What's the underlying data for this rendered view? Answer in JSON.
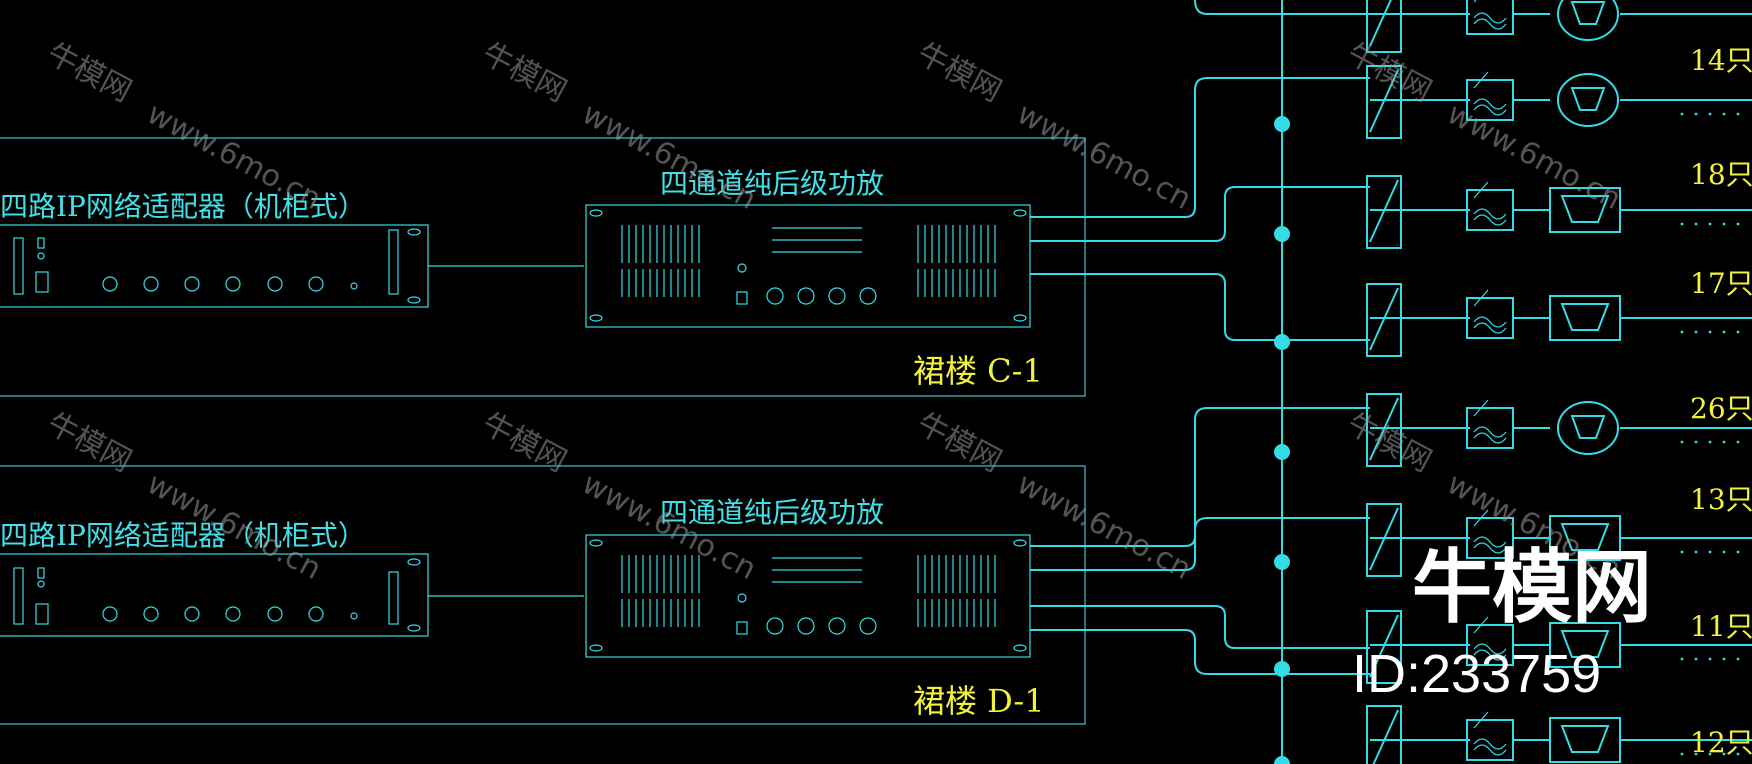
{
  "colors": {
    "background": "#000000",
    "line": "#33dde6",
    "label": "#3fe0e8",
    "highlight": "#f2f23a"
  },
  "groups": [
    {
      "adapter_label": "四路IP网络适配器（机柜式）",
      "amp_label": "四通道纯后级功放",
      "zone_label": "裙楼 C-1"
    },
    {
      "adapter_label": "四路IP网络适配器（机柜式）",
      "amp_label": "四通道纯后级功放",
      "zone_label": "裙楼 D-1"
    }
  ],
  "speaker_counts": [
    "14只",
    "18只",
    "17只",
    "26只",
    "13只",
    "11只",
    "12只"
  ],
  "watermark": {
    "text": "牛模网",
    "url": "www.6mo.cn",
    "big": "牛模网",
    "id": "ID:233759"
  }
}
